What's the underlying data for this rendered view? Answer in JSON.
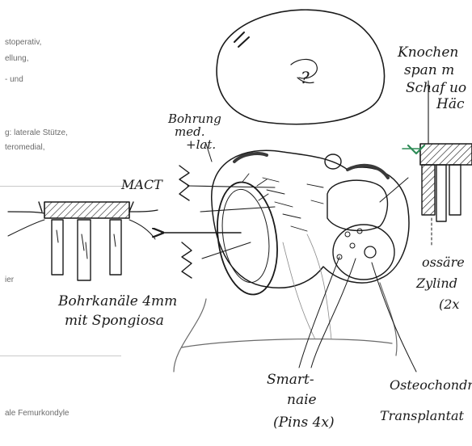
{
  "background_text": {
    "line1": "stoperativ,",
    "line2": "ellung,",
    "line3": "- und",
    "line4": "g: laterale Stütze,",
    "line5": "teromedial,",
    "line6": "ier",
    "line7": "ale Femurkondyle"
  },
  "sketch": {
    "label_bohrung": "Bohrung",
    "label_med": "med.",
    "label_lat": "+lat.",
    "label_mact": "MACT",
    "label_bohrkanaele_1": "Bohrkanäle 4mm",
    "label_bohrkanaele_2": "mit Spongiosa",
    "label_knochen_1": "Knochen",
    "label_knochen_2": "span m",
    "label_knochen_3": "Schaf uo",
    "label_knochen_4": "Häc",
    "label_ossaere_1": "ossäre",
    "label_ossaere_2": "Zylind",
    "label_ossaere_3": "(2x",
    "label_smart_1": "Smart-",
    "label_smart_2": "naie",
    "label_smart_3": "(Pins 4x)",
    "label_osteo_1": "Osteochondr",
    "label_osteo_2": "Transplantat",
    "question_mark": "?"
  }
}
